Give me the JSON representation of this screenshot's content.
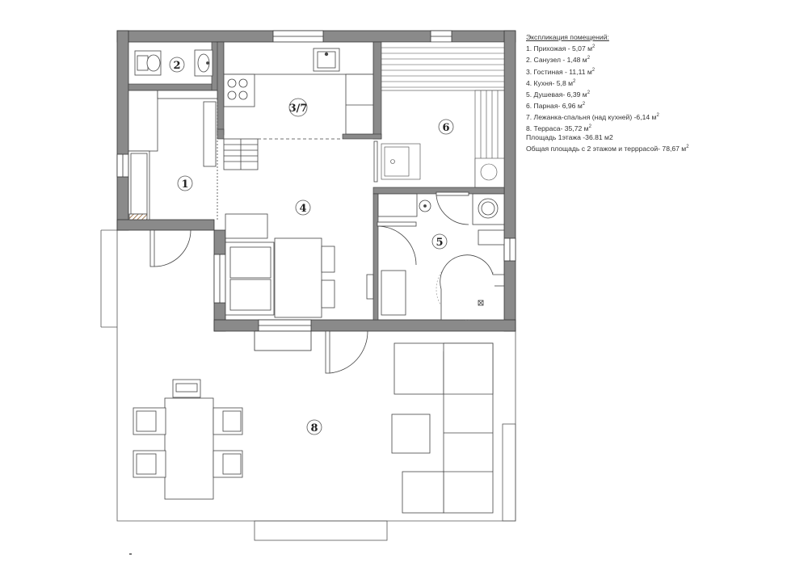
{
  "legend": {
    "title": "Экспликация помещений:",
    "items": [
      {
        "text": "1. Прихожая - 5,07 м",
        "sup": "2"
      },
      {
        "text": "2. Санузел - 1,48 м",
        "sup": "2"
      },
      {
        "text": "3. Гостиная - 11,11 м",
        "sup": "2"
      },
      {
        "text": "4. Кухня- 5,8 м",
        "sup": "2"
      },
      {
        "text": "5. Душевая- 6,39 м",
        "sup": "2"
      },
      {
        "text": "6. Парная- 6,96 м",
        "sup": "2"
      },
      {
        "text": "7. Лежанка-спальня (над кухней) -6,14 м",
        "sup": "2"
      },
      {
        "text": "8. Терраса- 35,72 м",
        "sup": "2"
      }
    ]
  },
  "area": {
    "floor1": "Площадь 1этажа  -36.81 м2",
    "total": "Общая площадь с 2 этажом  и терррасой- 78,67 м",
    "total_sup": "2"
  },
  "room_labels": {
    "r1": "1",
    "r2": "2",
    "r37": "3/7",
    "r4": "4",
    "r5": "5",
    "r6": "6",
    "r8": "8"
  },
  "colors": {
    "wall": "#8a8a8a",
    "line": "#444444",
    "hatch": "#8b5a2b"
  }
}
